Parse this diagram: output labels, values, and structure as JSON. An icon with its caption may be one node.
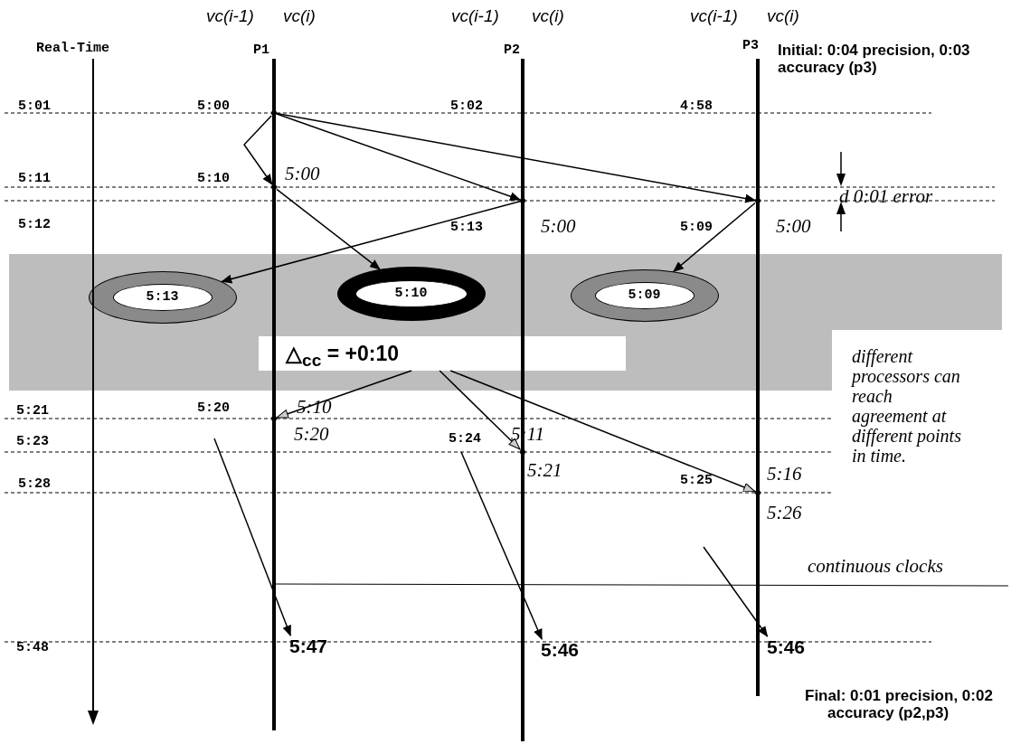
{
  "diagram": {
    "nodes": [
      {
        "text": [],
        "shape": "point"
      },
      {
        "text": [],
        "shape": "point"
      },
      {
        "text": [],
        "shape": "point"
      },
      {
        "text": [],
        "shape": "point"
      },
      {
        "text": [],
        "shape": "band"
      },
      {
        "text": [
          "5:13"
        ],
        "in": 4
      },
      {
        "text": [
          "5:10"
        ],
        "in": 4
      },
      {
        "text": [
          "5:09"
        ],
        "in": 4
      },
      {
        "text": [
          "△$_{cc}$ = +0:10"
        ],
        "in": 4
      },
      {
        "text": [],
        "shape": "point"
      },
      {
        "text": [],
        "shape": "point"
      },
      {
        "text": [],
        "shape": "point"
      },
      {
        "text": [
          "5:47"
        ]
      },
      {
        "text": [
          "5:46"
        ]
      },
      {
        "text": [
          "5:46"
        ]
      }
    ],
    "edges": [
      {
        "from": 0,
        "to": 1,
        "arrow": "to"
      },
      {
        "from": 0,
        "to": 2,
        "arrow": "to"
      },
      {
        "from": 0,
        "to": 3,
        "arrow": "to"
      },
      {
        "from": 1,
        "to": 6,
        "arrow": "to"
      },
      {
        "from": 2,
        "to": 5,
        "arrow": "to"
      },
      {
        "from": 3,
        "to": 7,
        "arrow": "to"
      },
      {
        "from": 8,
        "to": 9,
        "arrow": "to"
      },
      {
        "from": 8,
        "to": 10,
        "arrow": "to"
      },
      {
        "from": 8,
        "to": 11,
        "arrow": "to"
      },
      {
        "from": null,
        "to": 12,
        "arrow": "to"
      },
      {
        "from": null,
        "to": 13,
        "arrow": "to"
      },
      {
        "from": null,
        "to": 14,
        "arrow": "to"
      }
    ],
    "labels": [
      "vc(i-1)",
      "vc(i)",
      "vc(i-1)",
      "vc(i)",
      "vc(i-1)",
      "vc(i)",
      "Real-Time",
      "P1",
      "P2",
      "P3",
      "Initial: 0:04 precision, 0:03 accuracy (p3)",
      "5:01",
      "5:00",
      "5:02",
      "4:58",
      "5:11",
      "5:10",
      "5:00",
      "d 0:01 error",
      "5:12",
      "5:13",
      "5:00",
      "5:09",
      "5:00",
      "different processors can reach agreement at different points in time.",
      "5:21",
      "5:20",
      "5:10",
      "5:23",
      "5:20",
      "5:24",
      "5:11",
      "5:21",
      "5:28",
      "5:25",
      "5:16",
      "5:26",
      "continuous clocks",
      "5:48",
      "Final: 0:01 precision, 0:02 accuracy (p2,p3)"
    ]
  }
}
